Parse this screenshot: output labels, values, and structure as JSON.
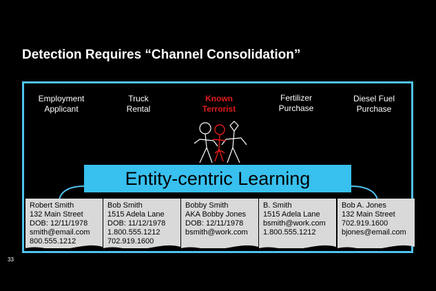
{
  "slide": {
    "title": "Detection Requires “Channel Consolidation”",
    "page_number": "33"
  },
  "channels": [
    {
      "line1": "Employment",
      "line2": "Applicant",
      "highlight": false
    },
    {
      "line1": "Truck",
      "line2": "Rental",
      "highlight": false
    },
    {
      "line1": "Known",
      "line2": "Terrorist",
      "highlight": true
    },
    {
      "line1": "Fertilizer",
      "line2": "Purchase",
      "highlight": false
    },
    {
      "line1": "Diesel Fuel",
      "line2": "Purchase",
      "highlight": false
    }
  ],
  "banner": {
    "label": "Entity-centric Learning"
  },
  "records": [
    {
      "lines": [
        "Robert Smith",
        "132 Main Street",
        "DOB: 12/11/1978",
        "smith@email.com",
        "800.555.1212"
      ]
    },
    {
      "lines": [
        "Bob Smith",
        "1515 Adela Lane",
        "DOB: 11/12/1978",
        "1.800.555.1212",
        "702.919.1600"
      ]
    },
    {
      "lines": [
        "Bobby Smith",
        "AKA Bobby Jones",
        "DOB: 12/11/1978",
        "bsmith@work.com",
        ""
      ]
    },
    {
      "lines": [
        "B. Smith",
        "1515 Adela Lane",
        "bsmith@work.com",
        "1.800.555.1212",
        ""
      ]
    },
    {
      "lines": [
        "Bob A. Jones",
        "132 Main Street",
        "702.919.1600",
        "bjones@email.com",
        ""
      ]
    }
  ],
  "colors": {
    "frame": "#4fc3ef",
    "banner": "#38c0ee",
    "highlight": "#e21b1b",
    "card": "#d9d9d9"
  }
}
